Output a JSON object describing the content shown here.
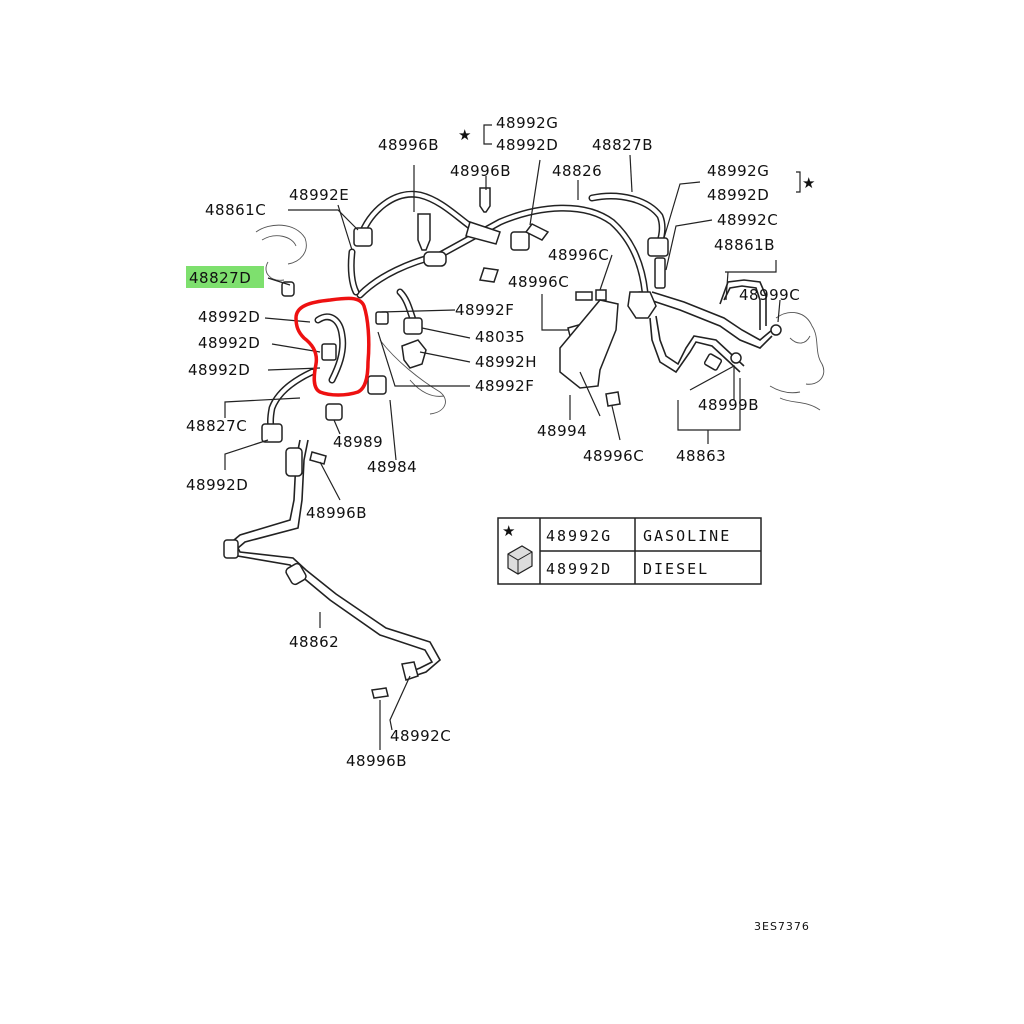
{
  "highlighted_part": "48827D",
  "highlight_colors": {
    "label_bg": "#7ee06e",
    "outline": "#ee1111"
  },
  "labels": [
    {
      "id": "l1",
      "text": "48996B"
    },
    {
      "id": "l2",
      "text": "48992G"
    },
    {
      "id": "l3",
      "text": "48992D"
    },
    {
      "id": "l4",
      "text": "48827B"
    },
    {
      "id": "l5",
      "text": "48996B"
    },
    {
      "id": "l6",
      "text": "48826"
    },
    {
      "id": "l7",
      "text": "48992G"
    },
    {
      "id": "l8",
      "text": "48992D"
    },
    {
      "id": "l9",
      "text": "48992E"
    },
    {
      "id": "l10",
      "text": "48861C"
    },
    {
      "id": "l11",
      "text": "48992C"
    },
    {
      "id": "l12",
      "text": "48861B"
    },
    {
      "id": "l13",
      "text": "48827D"
    },
    {
      "id": "l14",
      "text": "48996C"
    },
    {
      "id": "l15",
      "text": "48996C"
    },
    {
      "id": "l16",
      "text": "48999C"
    },
    {
      "id": "l17",
      "text": "48992D"
    },
    {
      "id": "l18",
      "text": "48992F"
    },
    {
      "id": "l19",
      "text": "48035"
    },
    {
      "id": "l20",
      "text": "48992D"
    },
    {
      "id": "l21",
      "text": "48992H"
    },
    {
      "id": "l22",
      "text": "48992D"
    },
    {
      "id": "l23",
      "text": "48992F"
    },
    {
      "id": "l24",
      "text": "48999B"
    },
    {
      "id": "l25",
      "text": "48827C"
    },
    {
      "id": "l26",
      "text": "48989"
    },
    {
      "id": "l27",
      "text": "48994"
    },
    {
      "id": "l28",
      "text": "48984"
    },
    {
      "id": "l29",
      "text": "48863"
    },
    {
      "id": "l30",
      "text": "48992D"
    },
    {
      "id": "l31",
      "text": "48996C"
    },
    {
      "id": "l32",
      "text": "48996B"
    },
    {
      "id": "l33",
      "text": "48862"
    },
    {
      "id": "l34",
      "text": "48992C"
    },
    {
      "id": "l35",
      "text": "48996B"
    }
  ],
  "legend": {
    "star": "★",
    "rows": [
      {
        "part": "48992G",
        "fuel": "GASOLINE"
      },
      {
        "part": "48992D",
        "fuel": "DIESEL"
      }
    ]
  },
  "stars": [
    "★",
    "★"
  ],
  "diagram_code": "3ES7376"
}
